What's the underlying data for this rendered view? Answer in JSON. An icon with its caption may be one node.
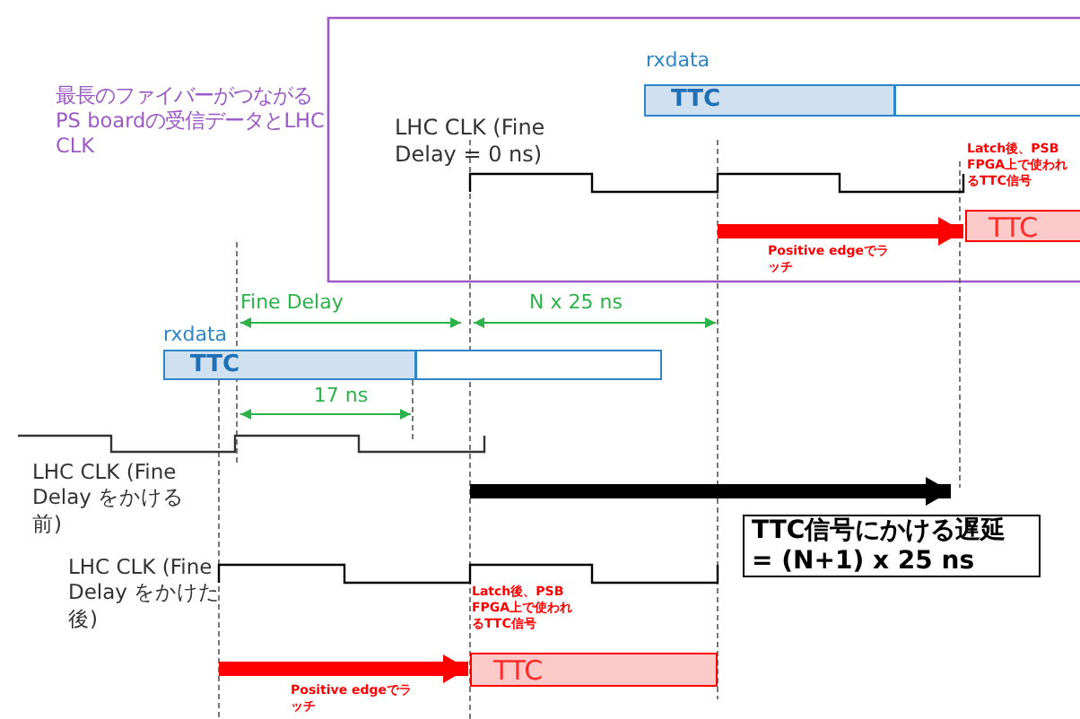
{
  "diagram": {
    "nodes": [
      {
        "text": [
          "TTC"
        ],
        "beside": [
          "rxdata"
        ]
      },
      {
        "text": [
          "TTC"
        ],
        "beside": [
          "Latch後、PSB FPGA上で使われるTTC信号"
        ]
      },
      {
        "text": [
          "TTC"
        ],
        "beside": [
          "rxdata"
        ]
      },
      {
        "text": [
          "TTC信号にかける遅延 = (N+1) x 25 ns"
        ]
      },
      {
        "text": [
          "TTC"
        ],
        "beside": [
          "Latch後、PSB FPGA上で使われるTTC信号"
        ]
      }
    ],
    "edges": [
      {
        "from": null,
        "to": 1,
        "arrow": "to",
        "label": "Positive edgeでラッチ"
      },
      {
        "from": null,
        "to": 4,
        "arrow": "to",
        "label": "Positive edgeでラッチ"
      }
    ],
    "labels": [
      "最長のファイバーがつながるPS boardの受信データとLHC CLK",
      "LHC CLK (Fine Delay = 0 ns)",
      "Fine Delay",
      "N x 25 ns",
      "17 ns",
      "LHC CLK (Fine Delay をかける前)",
      "LHC CLK (Fine Delay をかけた後)"
    ]
  }
}
